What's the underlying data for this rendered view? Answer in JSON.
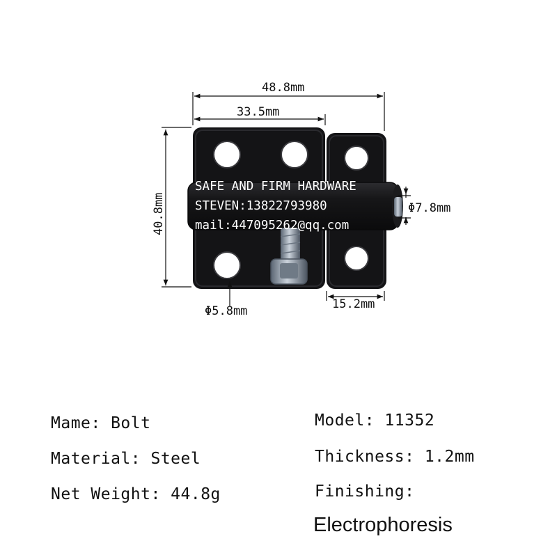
{
  "dimensions": {
    "overall_width": "48.8mm",
    "plate_width": "33.5mm",
    "height": "40.8mm",
    "bolt_diameter": "Φ7.8mm",
    "knob_diameter": "Φ5.8mm",
    "keeper_width": "15.2mm"
  },
  "watermark": {
    "line1": "SAFE AND FIRM HARDWARE",
    "line2": "STEVEN:13822793980",
    "line3": "mail:447095262@qq.com"
  },
  "specs": {
    "name": "Mame: Bolt",
    "material": "Material: Steel",
    "net_weight": "Net Weight: 44.8g",
    "model": "Model: 11352",
    "thickness": "Thickness: 1.2mm",
    "finishing_label": "Finishing:",
    "finishing_value": "Electrophoresis"
  },
  "colors": {
    "plate": "#141416",
    "bolt": "#1c1c1e",
    "screw": "#8a95a3",
    "background": "#ffffff"
  }
}
